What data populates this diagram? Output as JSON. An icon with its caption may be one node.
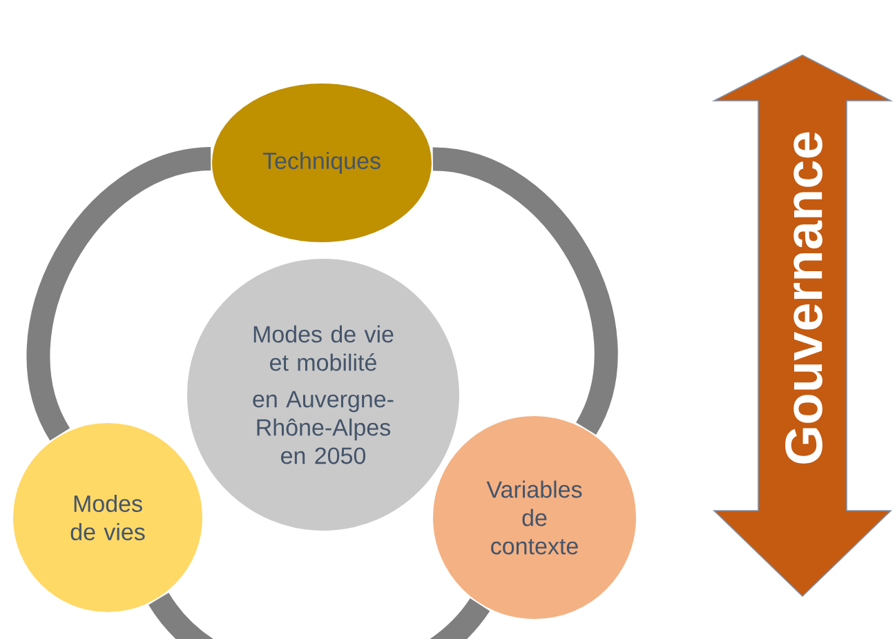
{
  "diagram": {
    "nodes": [
      {
        "text": [
          "Techniques"
        ]
      },
      {
        "text": [
          "Modes de vie et mobilité",
          "en Auvergne-Rhône-Alpes en 2050"
        ]
      },
      {
        "text": [
          "Modes de vies"
        ]
      },
      {
        "text": [
          "Variables de contexte"
        ]
      },
      {
        "text": [
          "Gouvernance"
        ]
      }
    ],
    "edges": [
      {
        "from": 0,
        "to": 2,
        "arrow": "none"
      },
      {
        "from": 2,
        "to": 3,
        "arrow": "none"
      },
      {
        "from": 3,
        "to": 0,
        "arrow": "none"
      }
    ]
  }
}
